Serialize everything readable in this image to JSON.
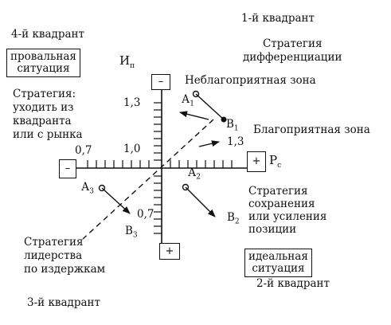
{
  "quadrants": {
    "q1": "1-й квадрант",
    "q2": "2-й квадрант",
    "q3": "3-й квадрант",
    "q4": "4-й квадрант"
  },
  "boxes": {
    "failure": [
      "провальная",
      "ситуация"
    ],
    "ideal": [
      "идеальная",
      "ситуация"
    ]
  },
  "strategies": {
    "differentiation": [
      "Стратегия",
      "дифференциации"
    ],
    "exit": [
      "Стратегия:",
      "уходить из",
      "квадранта",
      "или с рынка"
    ],
    "preserve": [
      "Стратегия",
      "сохранения",
      "или усиления",
      "позиции"
    ],
    "cost_leadership": [
      "Стратегия",
      "лидерства",
      "по издержкам"
    ]
  },
  "zones": {
    "unfavorable": "Неблагоприятная зона",
    "favorable": "Благоприятная зона"
  },
  "axes": {
    "vertical": {
      "letter": "И",
      "sub": "п"
    },
    "horizontal": {
      "letter": "Р",
      "sub": "с"
    }
  },
  "ticks": {
    "v_top": "1,3",
    "v_mid": "1,0",
    "v_bottom": "0,7",
    "h_left": "0,7",
    "h_right": "1,3"
  },
  "signs": {
    "minus": "–",
    "plus": "+"
  },
  "points": {
    "a1": {
      "letter": "А",
      "sub": "1"
    },
    "b1": {
      "letter": "В",
      "sub": "1"
    },
    "a2": {
      "letter": "А",
      "sub": "2"
    },
    "b2": {
      "letter": "В",
      "sub": "2"
    },
    "a3": {
      "letter": "А",
      "sub": "3"
    },
    "b3": {
      "letter": "В",
      "sub": "3"
    }
  }
}
